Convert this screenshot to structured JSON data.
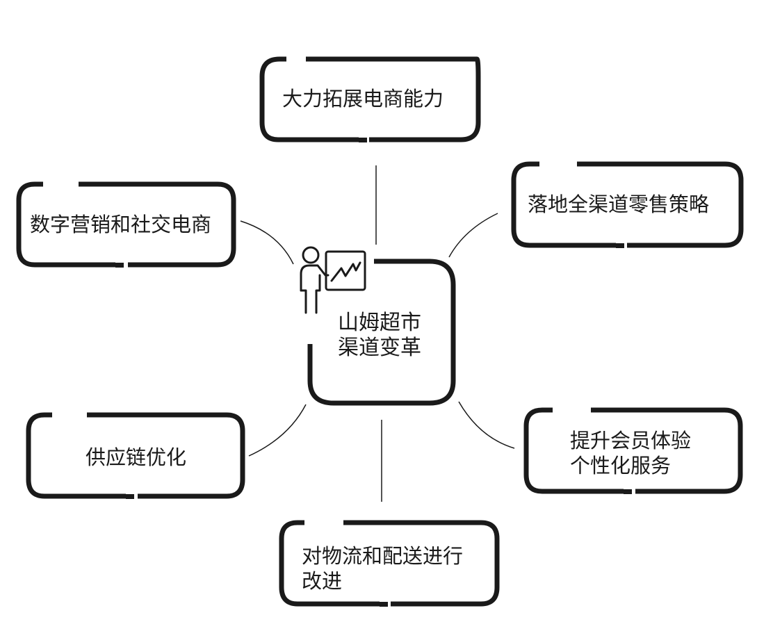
{
  "center": {
    "title": "山姆超市渠道变革",
    "line1": "山姆超市",
    "line2": "渠道变革",
    "icon": "presenter-chart-icon"
  },
  "nodes": [
    {
      "id": "top",
      "line1": "大力拓展电商能力",
      "line2": ""
    },
    {
      "id": "left-top",
      "line1": "数字营销和社交电商",
      "line2": ""
    },
    {
      "id": "right-top",
      "line1": "落地全渠道零售策略",
      "line2": ""
    },
    {
      "id": "left-bottom",
      "line1": "供应链优化",
      "line2": ""
    },
    {
      "id": "right-bottom",
      "line1": "提升会员体验",
      "line2": "个性化服务"
    },
    {
      "id": "bottom",
      "line1": "对物流和配送进行",
      "line2": "改进"
    }
  ],
  "colors": {
    "stroke": "#1a1a1a",
    "background": "#ffffff"
  }
}
